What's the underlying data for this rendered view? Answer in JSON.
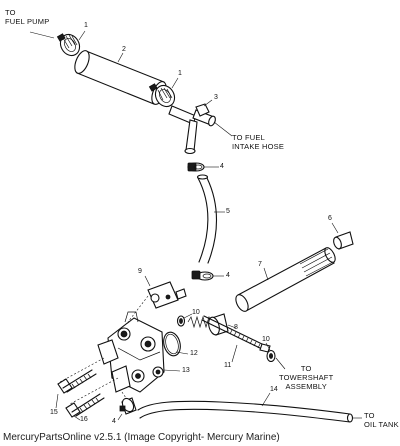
{
  "labels": {
    "to_fuel_pump": "TO\nFUEL PUMP",
    "to_fuel_intake_hose": "TO FUEL\nINTAKE HOSE",
    "to_towershaft_assembly": "TO\nTOWERSHAFT\nASSEMBLY",
    "to_oil_tank": "TO\nOIL TANK"
  },
  "callouts": {
    "c1a": "1",
    "c2": "2",
    "c1b": "1",
    "c3": "3",
    "c4a": "4",
    "c5": "5",
    "c6": "6",
    "c7": "7",
    "c4b": "4",
    "c9": "9",
    "c10a": "10",
    "c8": "8",
    "c12": "12",
    "c11": "11",
    "c10b": "10",
    "c13": "13",
    "c15": "15",
    "c16": "16",
    "c4c": "4",
    "c14": "14"
  },
  "caption": "MercuryPartsOnline v2.5.1 (Image Copyright- Mercury Marine)"
}
